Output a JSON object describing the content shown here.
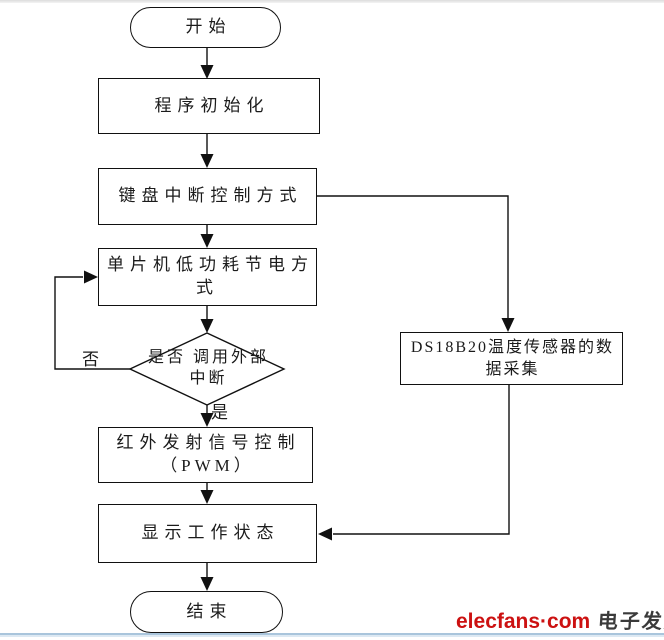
{
  "page": {
    "background": "#ffffff",
    "line_color": "#000000",
    "bottom_rule_color": "#a9c5dc"
  },
  "flowchart": {
    "nodes": {
      "start": {
        "label": "开始",
        "shape": "terminator"
      },
      "init": {
        "label": "程序初始化",
        "shape": "process"
      },
      "keyboard": {
        "label": "键盘中断控制方式",
        "shape": "process"
      },
      "lowpower": {
        "label": "单片机低功耗节电方式",
        "shape": "process"
      },
      "decision": {
        "line1": "是否 调用外部",
        "line2": "中断",
        "shape": "decision"
      },
      "infrared": {
        "line1": "红外发射信号控制",
        "line2": "（PWM）",
        "shape": "process"
      },
      "display": {
        "label": "显示工作状态",
        "shape": "process"
      },
      "end": {
        "label": "结束",
        "shape": "terminator"
      },
      "ds18b20": {
        "line1": "DS18B20温度传感器的数",
        "line2": "据采集",
        "shape": "process"
      }
    },
    "edge_labels": {
      "no": "否",
      "yes": "是"
    }
  },
  "footer": {
    "logo_en": "elecfans·com",
    "logo_cn": "电子发烧友",
    "logo_en_color": "#cc1111",
    "logo_cn_color": "#3a3a3a"
  }
}
